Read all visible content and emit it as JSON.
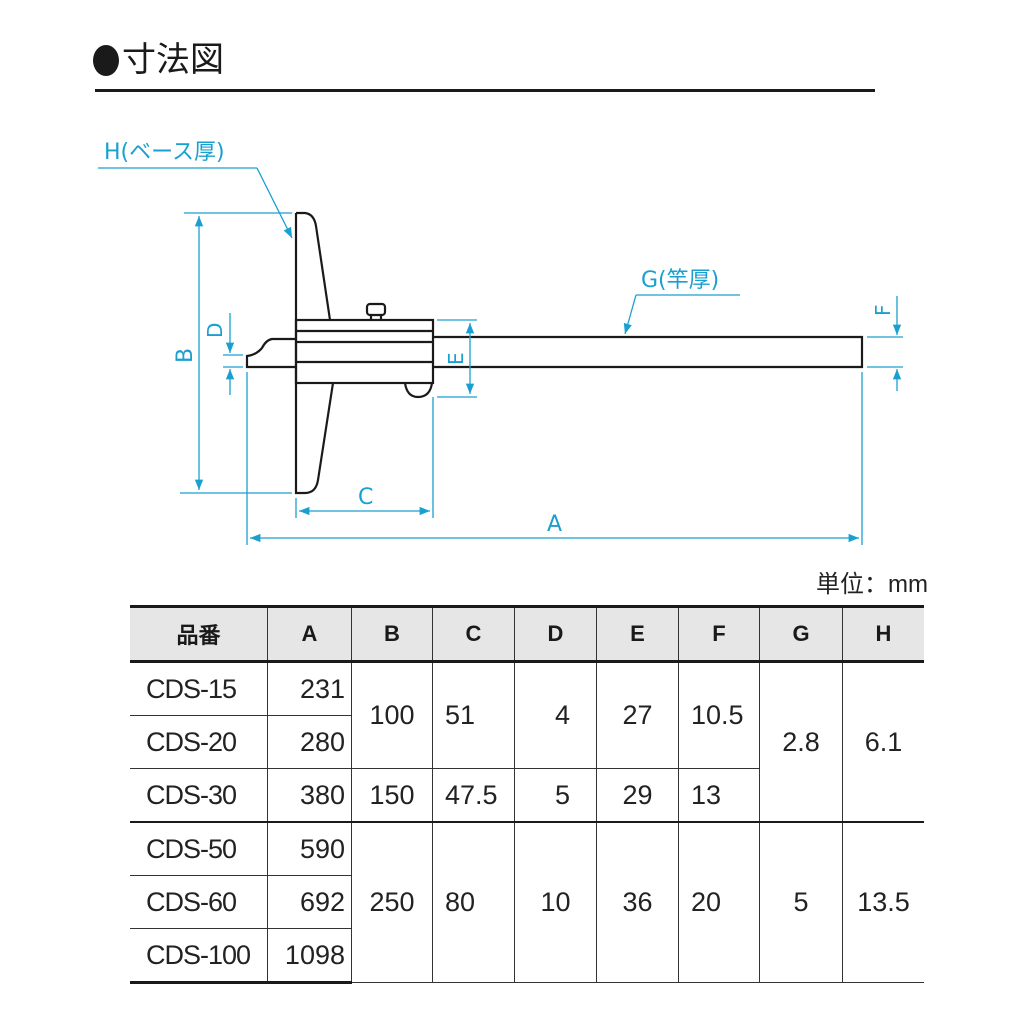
{
  "title": {
    "bullet": "●",
    "text": "寸法図"
  },
  "diagram": {
    "accent_color": "#1aa0d0",
    "line_color": "#1a1a1a",
    "labels": {
      "H": "H(ベース厚)",
      "G": "G(竿厚)",
      "A": "A",
      "B": "B",
      "C": "C",
      "D": "D",
      "E": "E",
      "F": "F"
    }
  },
  "unit_label": "単位：mm",
  "table": {
    "headers": [
      "品番",
      "A",
      "B",
      "C",
      "D",
      "E",
      "F",
      "G",
      "H"
    ],
    "rows": [
      {
        "model": "CDS-15",
        "A": "231"
      },
      {
        "model": "CDS-20",
        "A": "280"
      },
      {
        "model": "CDS-30",
        "A": "380"
      },
      {
        "model": "CDS-50",
        "A": "590"
      },
      {
        "model": "CDS-60",
        "A": "692"
      },
      {
        "model": "CDS-100",
        "A": "1098"
      }
    ],
    "merged": {
      "g1": {
        "B": "100",
        "C": "51",
        "D": "4",
        "E": "27",
        "F": "10.5"
      },
      "g2": {
        "B": "150",
        "C": "47.5",
        "D": "5",
        "E": "29",
        "F": "13"
      },
      "g12": {
        "G": "2.8",
        "H": "6.1"
      },
      "g3": {
        "B": "250",
        "C": "80",
        "D": "10",
        "E": "36",
        "F": "20",
        "G": "5",
        "H": "13.5"
      }
    }
  }
}
